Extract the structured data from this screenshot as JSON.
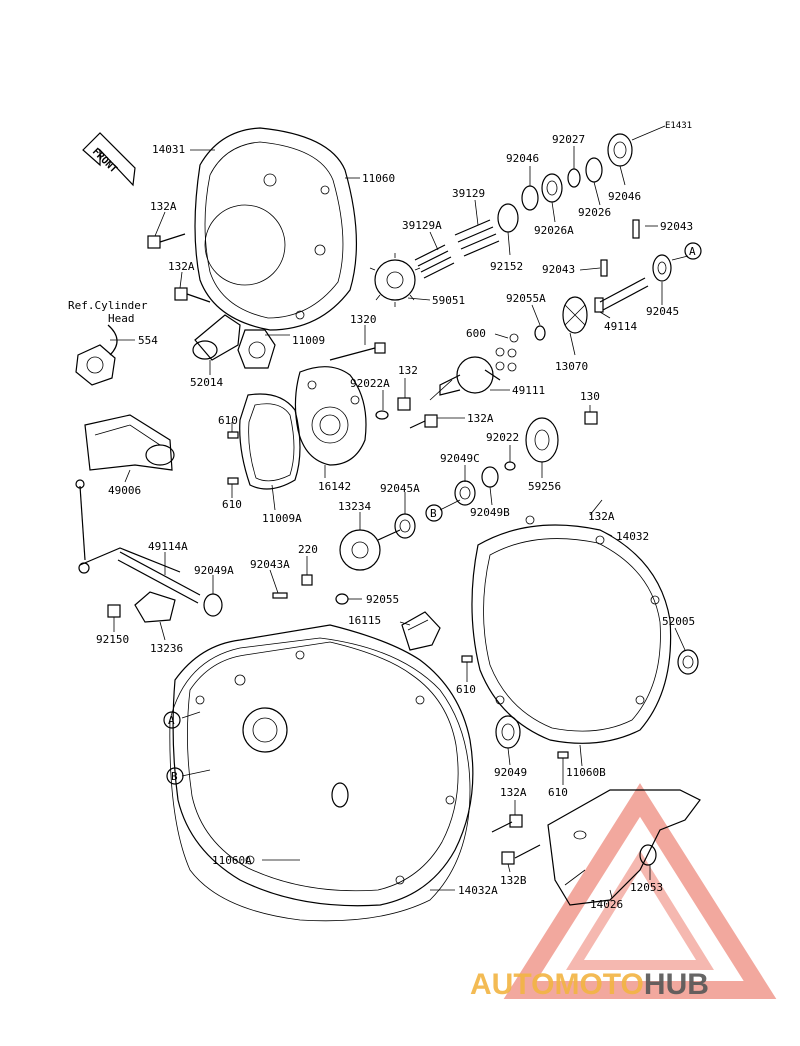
{
  "diagram": {
    "reference_code": "E1431",
    "front_label": "FRONT",
    "ref_note_line1": "Ref.Cylinder",
    "ref_note_line2": "Head",
    "circle_markers": [
      "A",
      "B"
    ],
    "parts": [
      "14031",
      "11060",
      "132A",
      "132A",
      "554",
      "52014",
      "11009",
      "1320",
      "132",
      "92022A",
      "132A",
      "49111",
      "600",
      "13070",
      "130",
      "92022",
      "59256",
      "49114",
      "92045",
      "92043",
      "92043",
      "92046",
      "92027",
      "92046",
      "92026",
      "92026A",
      "39129",
      "39129A",
      "92152",
      "59051",
      "92055A",
      "610",
      "610",
      "11009A",
      "16142",
      "49006",
      "92049C",
      "92049B",
      "92045A",
      "13234",
      "49114A",
      "92049A",
      "92043A",
      "220",
      "92055",
      "16115",
      "92150",
      "13236",
      "132A",
      "14032",
      "52005",
      "610",
      "11060A",
      "92049",
      "11060B",
      "610",
      "132A",
      "132B",
      "12053",
      "14026",
      "14032A"
    ]
  },
  "watermark": {
    "word_part1": "AUTOMOTO",
    "word_part2": "HUB",
    "color_primary": "#e8614f",
    "color_secondary": "#555555",
    "color_highlight": "#f2b441"
  }
}
